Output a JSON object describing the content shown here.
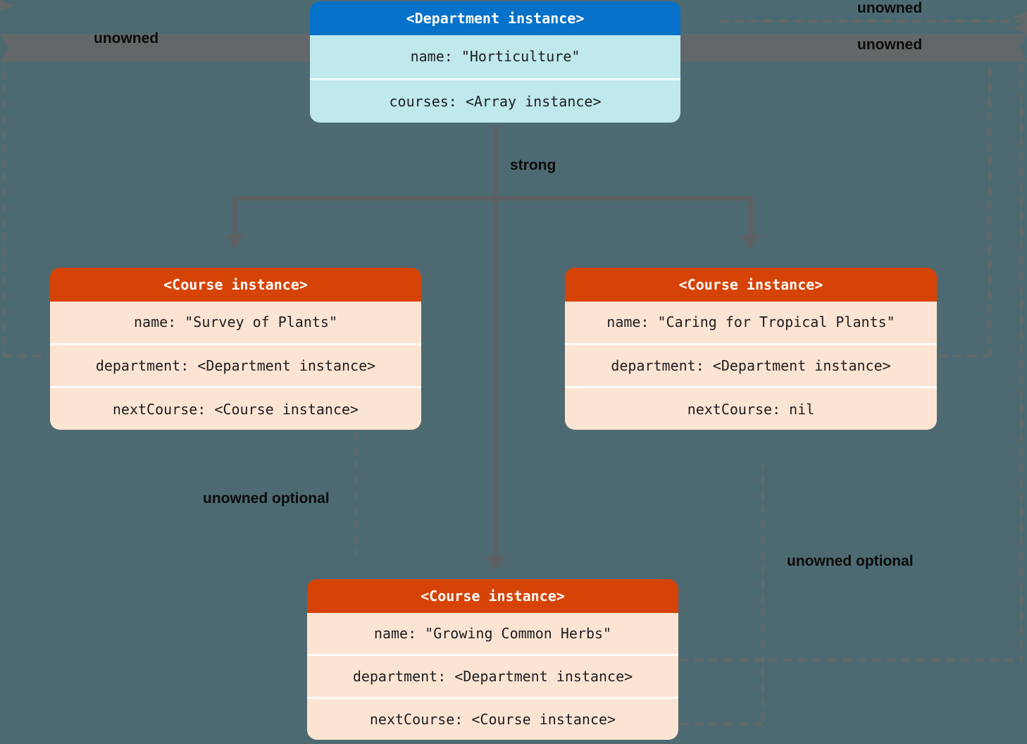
{
  "colors": {
    "background": "#4d6a72",
    "dept_header": "#0671c8",
    "dept_body": "#bfe9ec",
    "course_header": "#d64306",
    "course_body": "#fce4d3",
    "solid_arrow": "#5d6164",
    "dashed_arrow": "#626869",
    "label_text": "#0b0b0b"
  },
  "boxes": {
    "department": {
      "title": "<Department instance>",
      "rows": [
        "name: \"Horticulture\"",
        "courses: <Array instance>"
      ]
    },
    "course_left": {
      "title": "<Course instance>",
      "rows": [
        "name: \"Survey of Plants\"",
        "department: <Department instance>",
        "nextCourse: <Course instance>"
      ]
    },
    "course_right": {
      "title": "<Course instance>",
      "rows": [
        "name: \"Caring for Tropical Plants\"",
        "department: <Department instance>",
        "nextCourse: nil"
      ]
    },
    "course_bottom": {
      "title": "<Course instance>",
      "rows": [
        "name: \"Growing Common Herbs\"",
        "department: <Department instance>",
        "nextCourse: <Course instance>"
      ]
    }
  },
  "labels": {
    "strong": "strong",
    "unowned_left": "unowned",
    "unowned_top_right_1": "unowned",
    "unowned_top_right_2": "unowned",
    "unowned_optional_left": "unowned optional",
    "unowned_optional_right": "unowned optional"
  }
}
